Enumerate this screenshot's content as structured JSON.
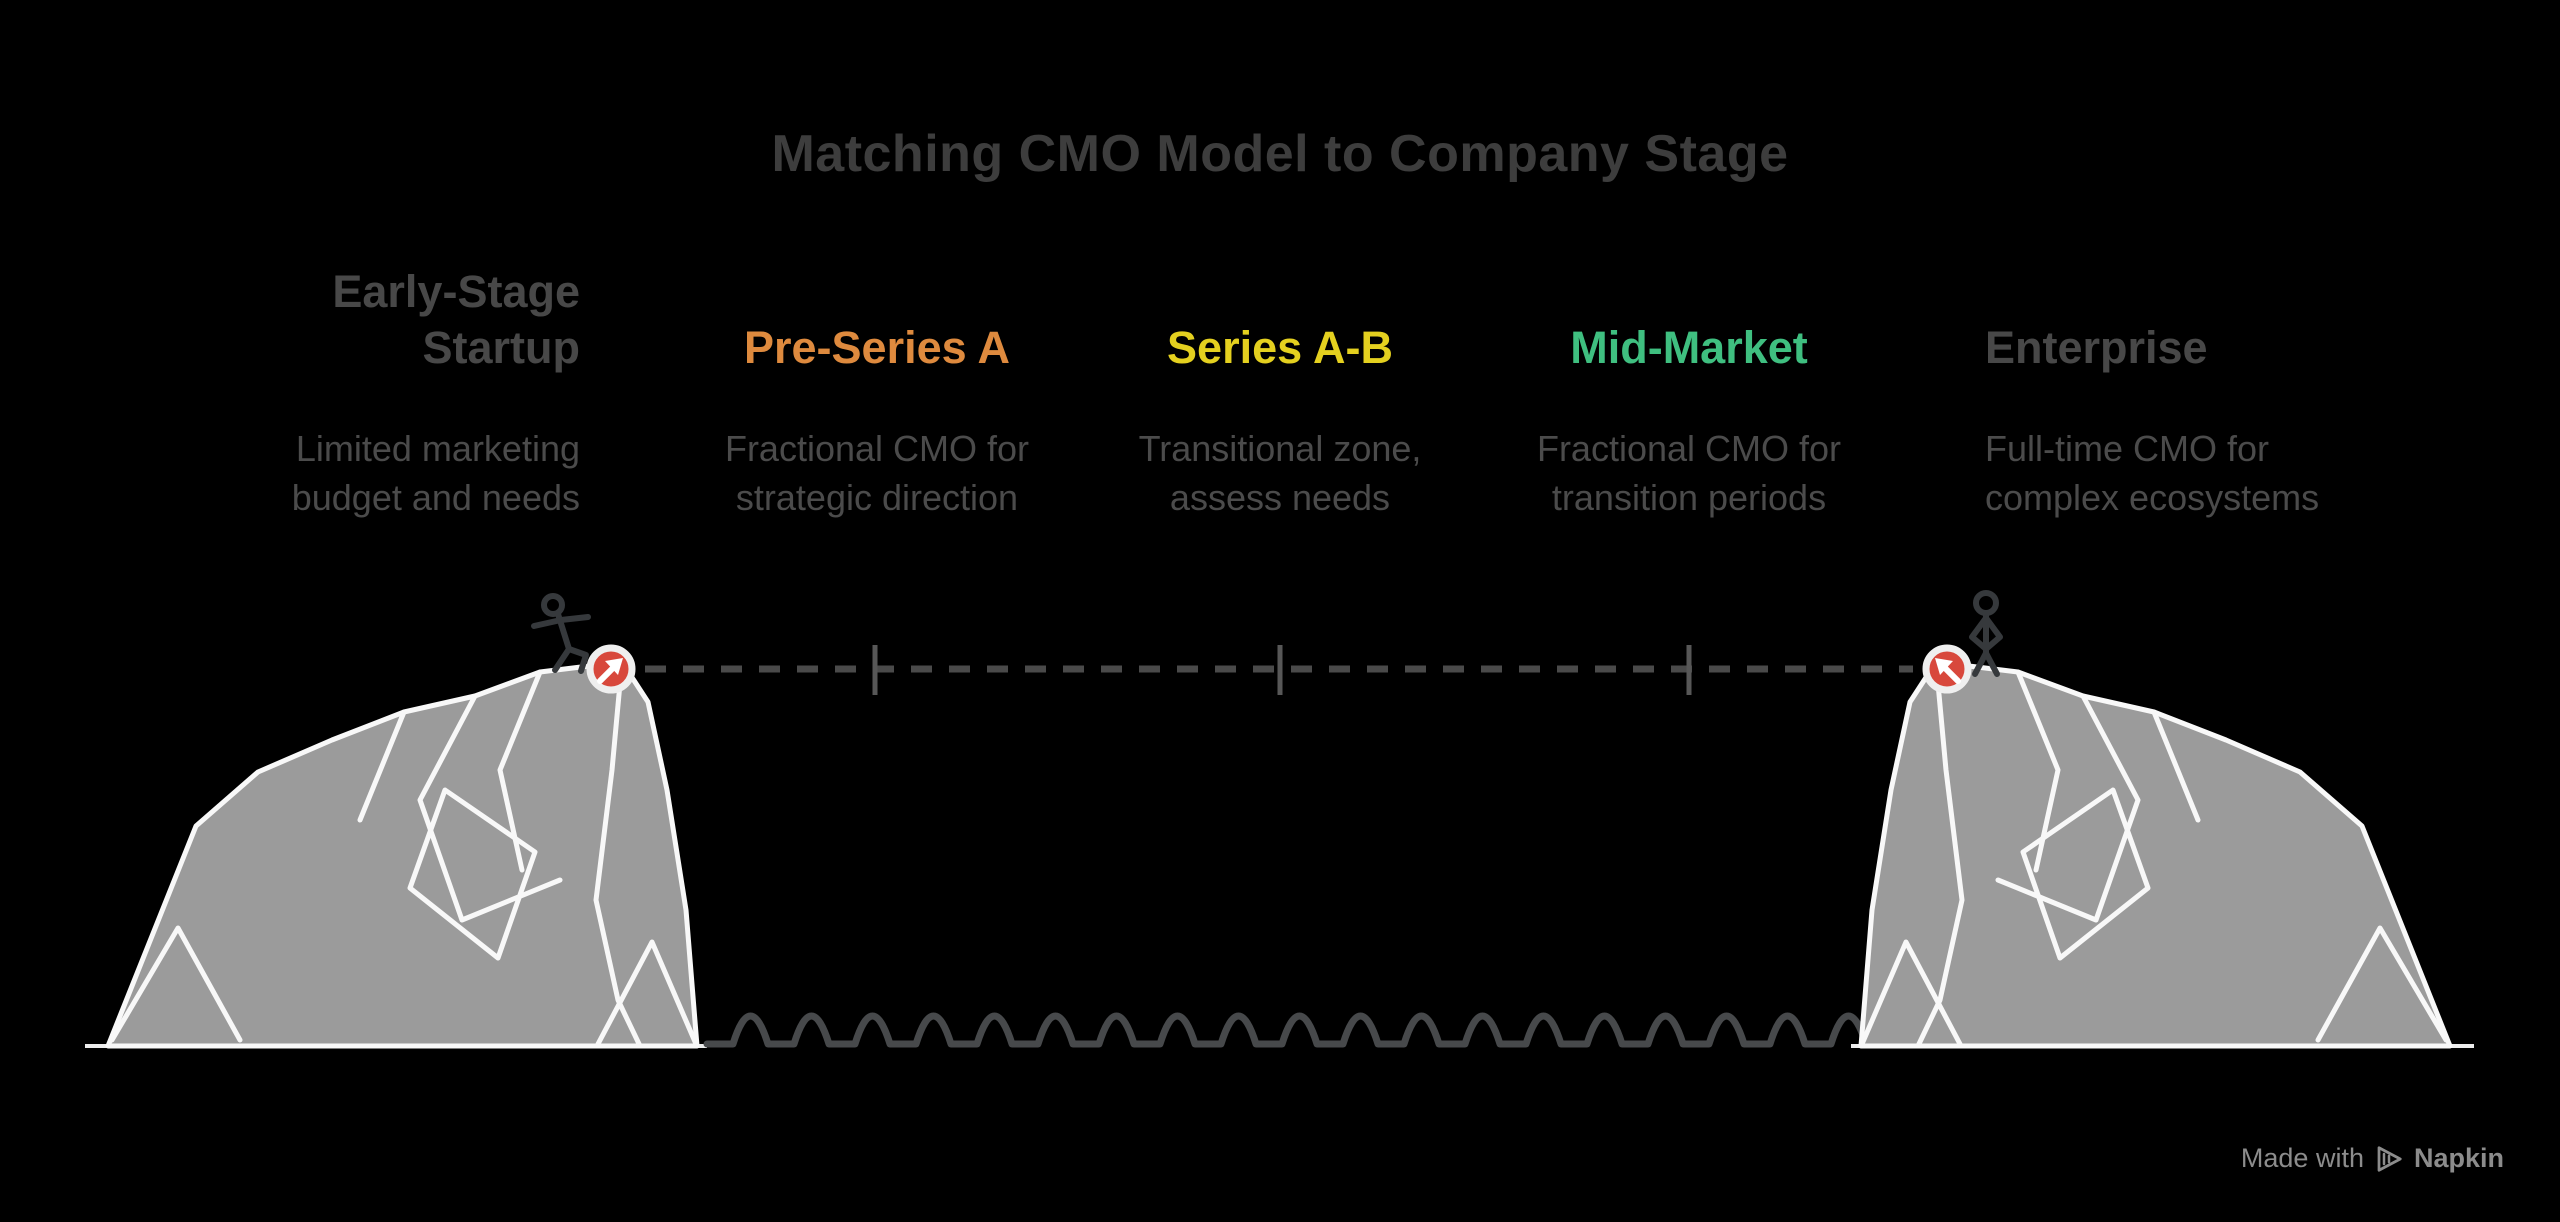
{
  "title": "Matching CMO Model to Company Stage",
  "columns": [
    {
      "label": "Early-Stage\nStartup",
      "description": "Limited marketing\nbudget and needs",
      "color": "#484848"
    },
    {
      "label": "Pre-Series A",
      "description": "Fractional CMO for\nstrategic direction",
      "color": "#DE8A3E"
    },
    {
      "label": "Series A-B",
      "description": "Transitional zone,\nassess needs",
      "color": "#E4D01F"
    },
    {
      "label": "Mid-Market",
      "description": "Fractional CMO for\ntransition periods",
      "color": "#3FBF80"
    },
    {
      "label": "Enterprise",
      "description": "Full-time CMO for\ncomplex ecosystems",
      "color": "#484848"
    }
  ],
  "colors": {
    "background": "#000000",
    "title": "#3D3D3D",
    "description": "#4B4B4B",
    "cliff_fill": "#9B9B9B",
    "cliff_line": "#F8F8F8",
    "rope": "#4A4A4A",
    "tick": "#575757",
    "anchor_red": "#D8483C",
    "anchor_ring": "#EFEFEF",
    "figure": "#36393C",
    "wave": "#47494B",
    "ground": "#EDEDED",
    "watermark": "#8C8C8C"
  },
  "illustration": {
    "left_figure": "walking-stick-figure",
    "right_figure": "standing-stick-figure",
    "anchors": "red-anchor-dot-with-arrow",
    "rope_segments": 4,
    "rope_tick_count": 3
  },
  "watermark": {
    "prefix": "Made with",
    "brand": "Napkin",
    "icon": "napkin-logo-icon"
  }
}
